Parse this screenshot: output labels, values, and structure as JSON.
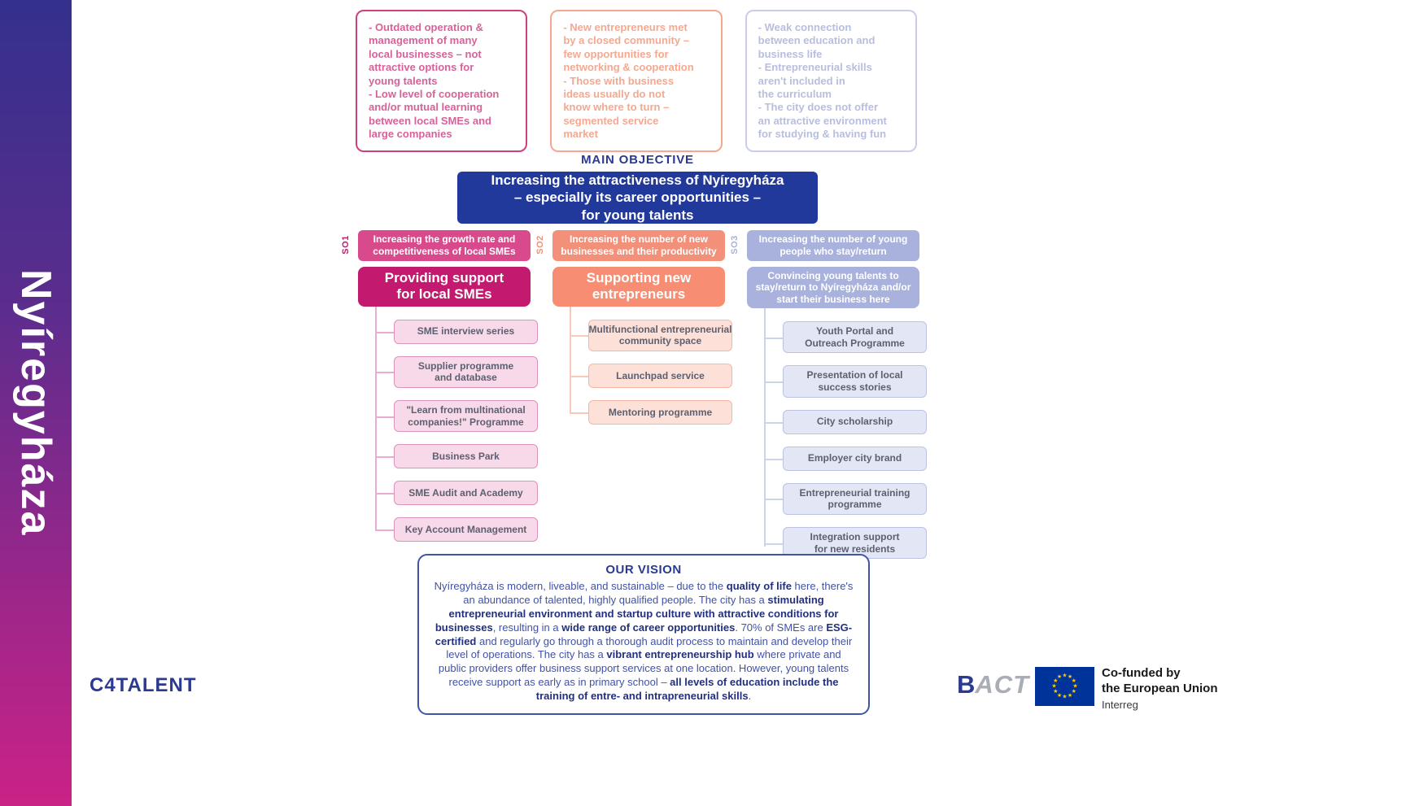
{
  "sidebar": {
    "title": "Nyíregyháza"
  },
  "problems": [
    {
      "name": "sme-problems",
      "lines": [
        "- Outdated operation &",
        "management of many",
        "local businesses – not",
        "attractive options for",
        "young talents",
        "- Low level of cooperation",
        "and/or mutual learning",
        "between local SMEs and",
        "large companies"
      ]
    },
    {
      "name": "entrepreneur-problems",
      "lines": [
        "- New entrepreneurs met",
        "by a closed community –",
        "few opportunities for",
        "networking & cooperation",
        "- Those with business",
        "ideas usually do not",
        "know where to turn –",
        "segmented service",
        "market"
      ]
    },
    {
      "name": "education-problems",
      "lines": [
        "- Weak connection",
        "between education and",
        "business life",
        "- Entrepreneurial skills",
        "aren't included in",
        "the curriculum",
        "- The city does not offer",
        "an attractive environment",
        "for studying & having fun"
      ]
    }
  ],
  "main_objective": {
    "label": "MAIN OBJECTIVE",
    "lines": [
      "Increasing the attractiveness of Nyíregyháza",
      "– especially its career opportunities –",
      "for young talents"
    ]
  },
  "columns": [
    {
      "so_label": "SO1",
      "objective_lines": [
        "Increasing the growth rate and",
        "competitiveness of local SMEs"
      ],
      "action_lines": [
        "Providing support",
        "for local SMEs"
      ],
      "items": [
        [
          "SME interview series"
        ],
        [
          "Supplier programme",
          "and database"
        ],
        [
          "\"Learn from multinational",
          "companies!\" Programme"
        ],
        [
          "Business Park"
        ],
        [
          "SME Audit and Academy"
        ],
        [
          "Key Account Management"
        ]
      ]
    },
    {
      "so_label": "SO2",
      "objective_lines": [
        "Increasing the number of new",
        "businesses and their productivity"
      ],
      "action_lines": [
        "Supporting new",
        "entrepreneurs"
      ],
      "items": [
        [
          "Multifunctional entrepreneurial",
          "community space"
        ],
        [
          "Launchpad service"
        ],
        [
          "Mentoring programme"
        ]
      ]
    },
    {
      "so_label": "SO3",
      "objective_lines": [
        "Increasing the number of young",
        "people who stay/return"
      ],
      "action_lines": [
        "Convincing young talents to",
        "stay/return to Nyíregyháza and/or",
        "start their business here"
      ],
      "items": [
        [
          "Youth Portal and",
          "Outreach Programme"
        ],
        [
          "Presentation of local",
          "success stories"
        ],
        [
          "City scholarship"
        ],
        [
          "Employer city brand"
        ],
        [
          "Entrepreneurial training",
          "programme"
        ],
        [
          "Integration support",
          "for new residents"
        ]
      ]
    }
  ],
  "vision": {
    "title": "OUR VISION",
    "segments": [
      {
        "t": "Nyíregyháza is modern, liveable, and sustainable – due to the ",
        "b": false
      },
      {
        "t": "quality of life",
        "b": true
      },
      {
        "t": " here, there's an abundance of talented, highly qualified people.  The city has a ",
        "b": false
      },
      {
        "t": "stimulating entrepreneurial environment and startup culture with attractive conditions for businesses",
        "b": true
      },
      {
        "t": ", resulting in a ",
        "b": false
      },
      {
        "t": "wide range of career opportunities",
        "b": true
      },
      {
        "t": ". 70% of SMEs are ",
        "b": false
      },
      {
        "t": "ESG-certified",
        "b": true
      },
      {
        "t": " and regularly go through a thorough audit process to maintain and develop their level of operations. The city has a ",
        "b": false
      },
      {
        "t": "vibrant entrepreneurship hub",
        "b": true
      },
      {
        "t": " where private and public providers offer business support services at one location. However, young talents receive support as early as in primary school – ",
        "b": false
      },
      {
        "t": "all levels of education include the training of entre- and intrapreneurial skills",
        "b": true
      },
      {
        "t": ".",
        "b": false
      }
    ]
  },
  "footer": {
    "c4talent": "C4TALENT",
    "bact_b": "B",
    "bact_act": "ACT",
    "eu_line1": "Co-funded by",
    "eu_line2": "the European Union",
    "eu_line3": "Interreg"
  },
  "palette": {
    "sidebar_gradient_top": "#34308d",
    "sidebar_gradient_bottom": "#cb2286",
    "main_objective_blue": "#21399b",
    "so1_magenta": "#c31a70",
    "so2_salmon": "#f78d72",
    "so3_periwinkle": "#a9b2dc",
    "vision_blue": "#2b3990",
    "eu_flag_blue": "#003399",
    "eu_star_yellow": "#ffcc00"
  }
}
